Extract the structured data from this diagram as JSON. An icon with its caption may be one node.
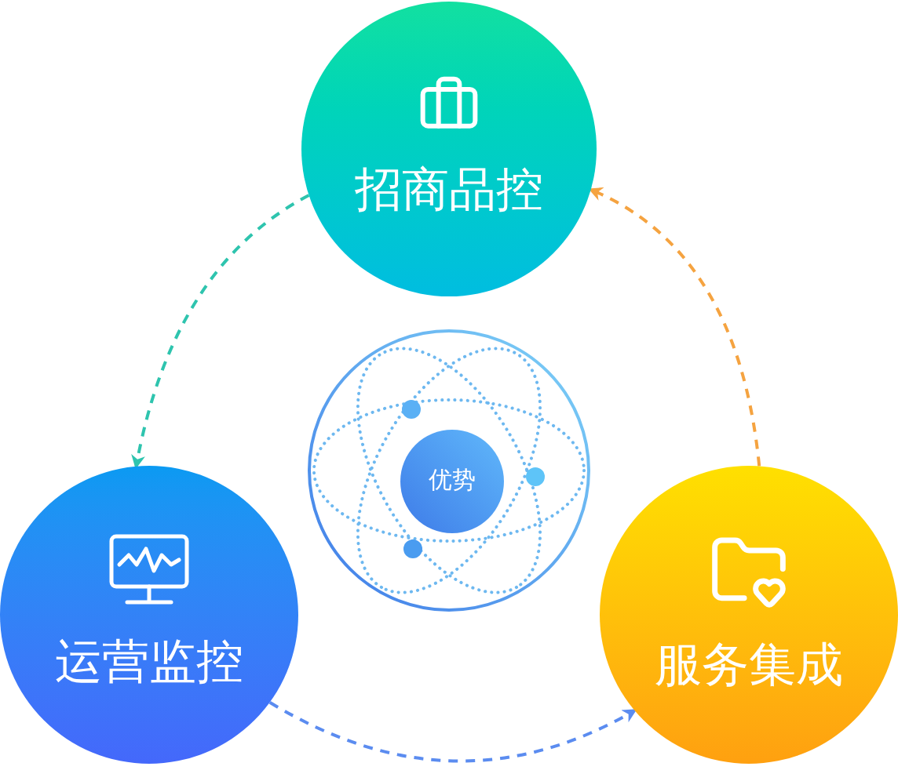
{
  "diagram": {
    "nodes": [
      {
        "text": [
          "招商品控"
        ]
      },
      {
        "text": [
          "运营监控"
        ]
      },
      {
        "text": [
          "服务集成"
        ]
      },
      {
        "text": [
          "优势"
        ]
      }
    ],
    "edges": [
      {
        "from": 0,
        "to": 1,
        "arrow": "to",
        "style": "dashed",
        "color": "#2ec4ae"
      },
      {
        "from": 1,
        "to": 2,
        "arrow": "to",
        "style": "dashed",
        "color": "#5b8cf0"
      },
      {
        "from": 2,
        "to": 0,
        "arrow": "to",
        "style": "dashed",
        "color": "#f5a340"
      }
    ]
  }
}
